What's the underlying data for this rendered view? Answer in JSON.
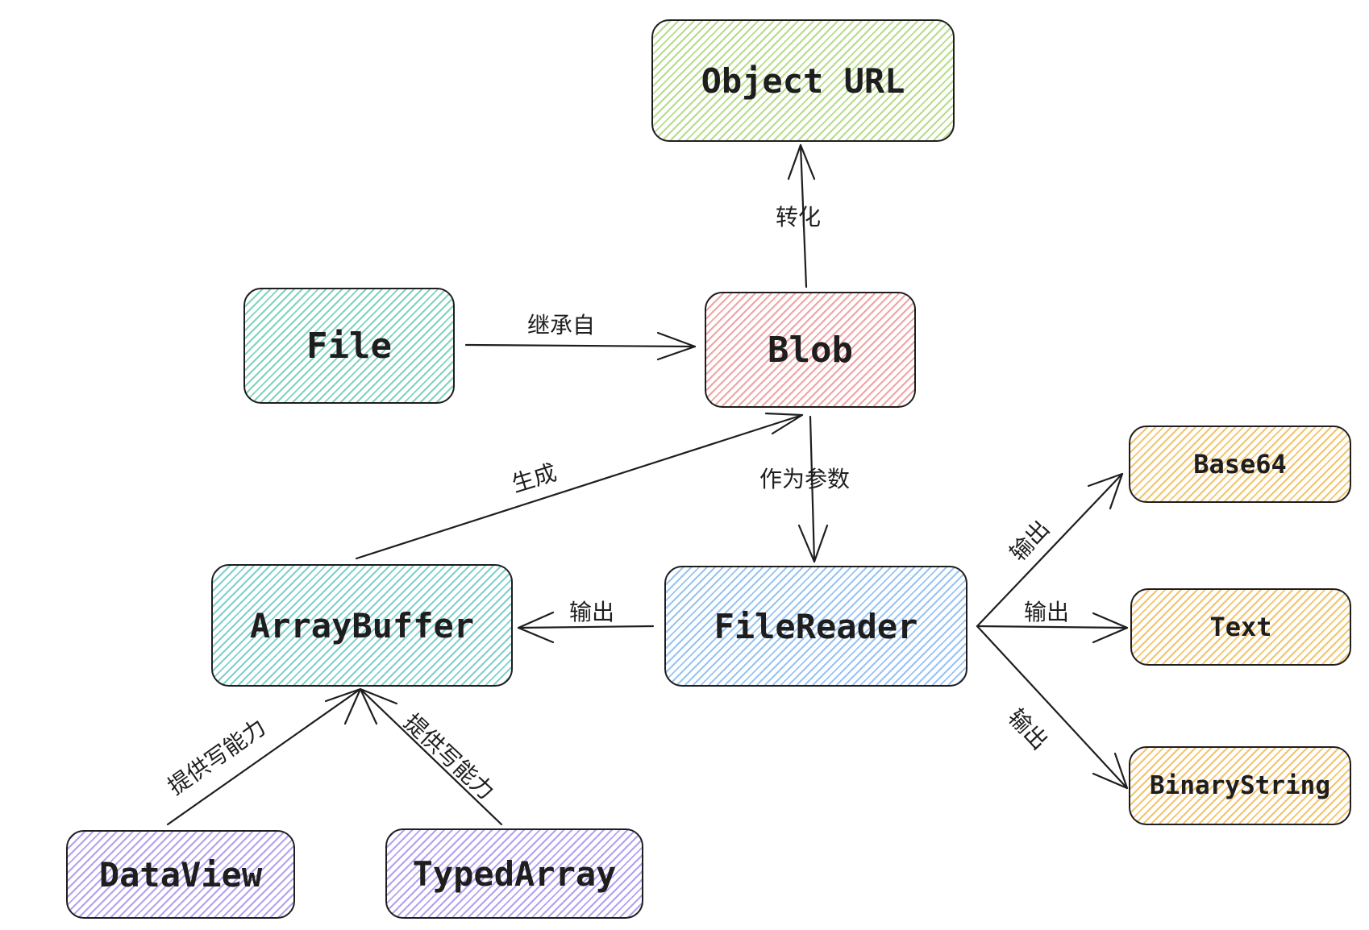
{
  "nodes": {
    "object_url": "Object URL",
    "file": "File",
    "blob": "Blob",
    "array_buffer": "ArrayBuffer",
    "file_reader": "FileReader",
    "base64": "Base64",
    "text": "Text",
    "binary_string": "BinaryString",
    "data_view": "DataView",
    "typed_array": "TypedArray"
  },
  "edges": {
    "convert": "转化",
    "inherits": "继承自",
    "generate": "生成",
    "as_param": "作为参数",
    "output": "输出",
    "write_ability": "提供写能力"
  },
  "colors": {
    "green": "#b7dc8a",
    "teal": "#7fd4bd",
    "red": "#f2a3a3",
    "cyan": "#7fd0cd",
    "blue": "#99c4f2",
    "orange": "#f4c46c",
    "purple": "#b3a2ef",
    "stroke": "#1e1e1e"
  }
}
